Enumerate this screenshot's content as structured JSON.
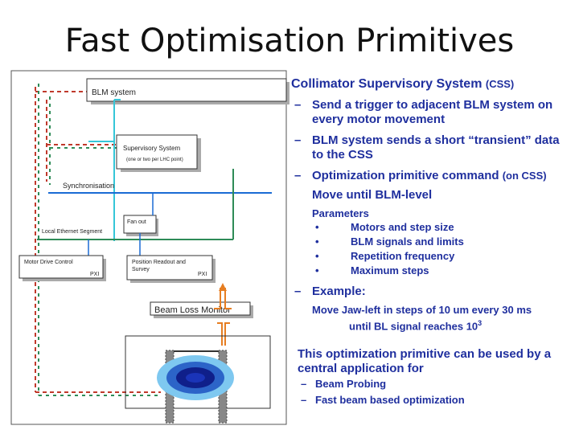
{
  "title": "Fast Optimisation Primitives",
  "diagram": {
    "blm_system": "BLM system",
    "supervisory_system": "Supervisory System",
    "supervisory_note": "(one or two per LHC point)",
    "synchronisation": "Synchronisation",
    "local_ethernet": "Local Ethernet Segment",
    "fan_out": "Fan out",
    "motor_drive_control": "Motor Drive Control",
    "pxi_left": "PXI",
    "position_readout": "Position Readout and Survey",
    "pxi_right": "PXI",
    "beam_loss_monitor": "Beam Loss Monitor"
  },
  "right": {
    "heading": "Collimator Supervisory System",
    "heading_abbr": "(CSS)",
    "bullets": [
      "Send a trigger to adjacent BLM system on every motor movement",
      "BLM system sends a short “transient” data to the CSS"
    ],
    "bullet3_main": "Optimization primitive command",
    "bullet3_small": "(on CSS)",
    "bullet3_line2": "Move until BLM-level",
    "params_heading": "Parameters",
    "params": [
      "Motors and step size",
      "BLM signals and limits",
      "Repetition frequency",
      "Maximum steps"
    ],
    "example_label": "Example:",
    "example_line1": "Move Jaw-left in steps of 10 um every 30 ms",
    "example_line2": "until BL signal reaches 10",
    "example_exp": "3",
    "paragraph": "This optimization primitive can be used by a central application for",
    "subs": [
      "Beam Probing",
      "Fast beam based optimization"
    ]
  }
}
